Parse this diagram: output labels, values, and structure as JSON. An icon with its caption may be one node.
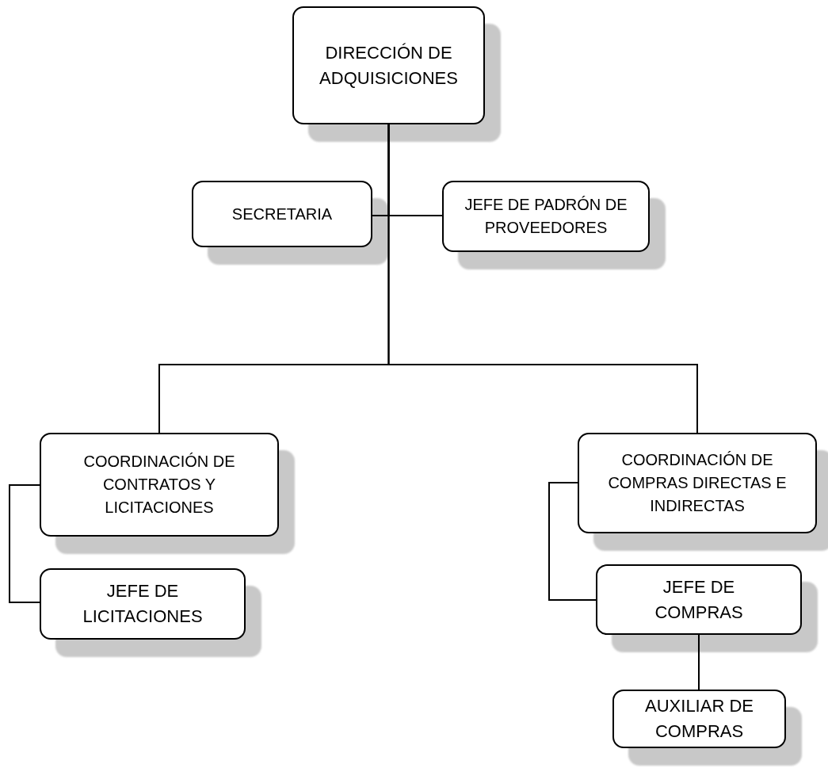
{
  "diagram": {
    "nodes": [
      {
        "text": [
          "DIRECCIÓN DE ADQUISICIONES"
        ]
      },
      {
        "text": [
          "SECRETARIA"
        ]
      },
      {
        "text": [
          "JEFE DE PADRÓN DE PROVEEDORES"
        ]
      },
      {
        "text": [
          "COORDINACIÓN DE CONTRATOS Y LICITACIONES"
        ]
      },
      {
        "text": [
          "JEFE DE LICITACIONES"
        ]
      },
      {
        "text": [
          "COORDINACIÓN DE COMPRAS DIRECTAS E INDIRECTAS"
        ]
      },
      {
        "text": [
          "JEFE DE COMPRAS"
        ]
      },
      {
        "text": [
          "AUXILIAR DE COMPRAS"
        ]
      }
    ],
    "edges": [
      {
        "from": 0,
        "to": 1,
        "arrow": "none"
      },
      {
        "from": 0,
        "to": 2,
        "arrow": "none"
      },
      {
        "from": 0,
        "to": 3,
        "arrow": "none"
      },
      {
        "from": 0,
        "to": 5,
        "arrow": "none"
      },
      {
        "from": 3,
        "to": 4,
        "arrow": "none"
      },
      {
        "from": 5,
        "to": 6,
        "arrow": "none"
      },
      {
        "from": 6,
        "to": 7,
        "arrow": "none"
      }
    ]
  }
}
